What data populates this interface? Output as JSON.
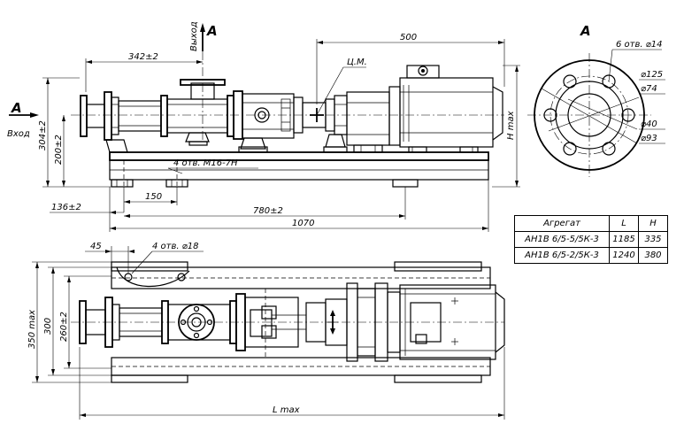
{
  "labels": {
    "view_marker": "A",
    "outlet": "Выход",
    "inlet": "Вход",
    "center_of_mass": "Ц.М.",
    "holes_foundation": "4 отв. М16-7H",
    "holes_base": "4 отв. ⌀18",
    "holes_flange": "6 отв. ⌀14"
  },
  "dimensions": {
    "d342": "342±2",
    "d500": "500",
    "d304": "304±2",
    "d200": "200±2",
    "d136": "136±2",
    "d150": "150",
    "d780": "780±2",
    "d1070": "1070",
    "d45": "45",
    "d350": "350 max",
    "d300": "300",
    "d260": "260±2",
    "dL": "L max",
    "dH": "H max",
    "f125": "⌀125",
    "f74": "⌀74",
    "f40": "⌀40",
    "f93": "⌀93"
  },
  "spec_table": {
    "headers": [
      "Агрегат",
      "L",
      "H"
    ],
    "rows": [
      [
        "АН1В 6/5-5/5К-3",
        "1185",
        "335"
      ],
      [
        "АН1В 6/5-2/5К-3",
        "1240",
        "380"
      ]
    ]
  }
}
